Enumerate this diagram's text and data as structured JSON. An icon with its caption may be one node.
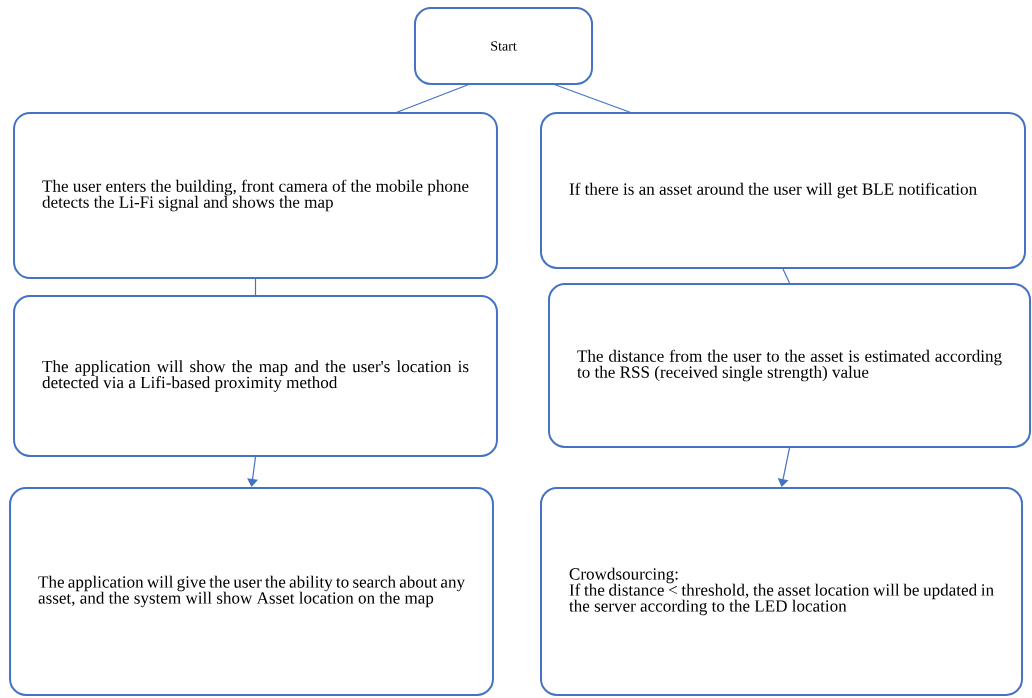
{
  "diagram": {
    "nodes": [
      {
        "text": [
          "Start"
        ]
      },
      {
        "text": [
          "The user enters the building, front camera of the mobile phone detects the Li-Fi signal and shows the map"
        ]
      },
      {
        "text": [
          "The application will show the map and the user's location is detected via a Lifi-based proximity method"
        ]
      },
      {
        "text": [
          "The application will give the user the ability to search about any asset, and the system will show Asset location on the map"
        ]
      },
      {
        "text": [
          "If there is an asset around the user will get BLE notification"
        ]
      },
      {
        "text": [
          "The distance from the user to the asset is estimated according to the RSS (received single strength)  value"
        ]
      },
      {
        "text": [
          "Crowdsourcing:",
          "If the distance < threshold, the asset location will be updated in the server according to the LED location"
        ]
      }
    ],
    "edges": [
      {
        "from": 0,
        "to": 1,
        "arrow": "none"
      },
      {
        "from": 0,
        "to": 4,
        "arrow": "none"
      },
      {
        "from": 1,
        "to": 2,
        "arrow": "none"
      },
      {
        "from": 2,
        "to": 3,
        "arrow": "to"
      },
      {
        "from": 4,
        "to": 5,
        "arrow": "none"
      },
      {
        "from": 5,
        "to": 6,
        "arrow": "to"
      }
    ]
  }
}
